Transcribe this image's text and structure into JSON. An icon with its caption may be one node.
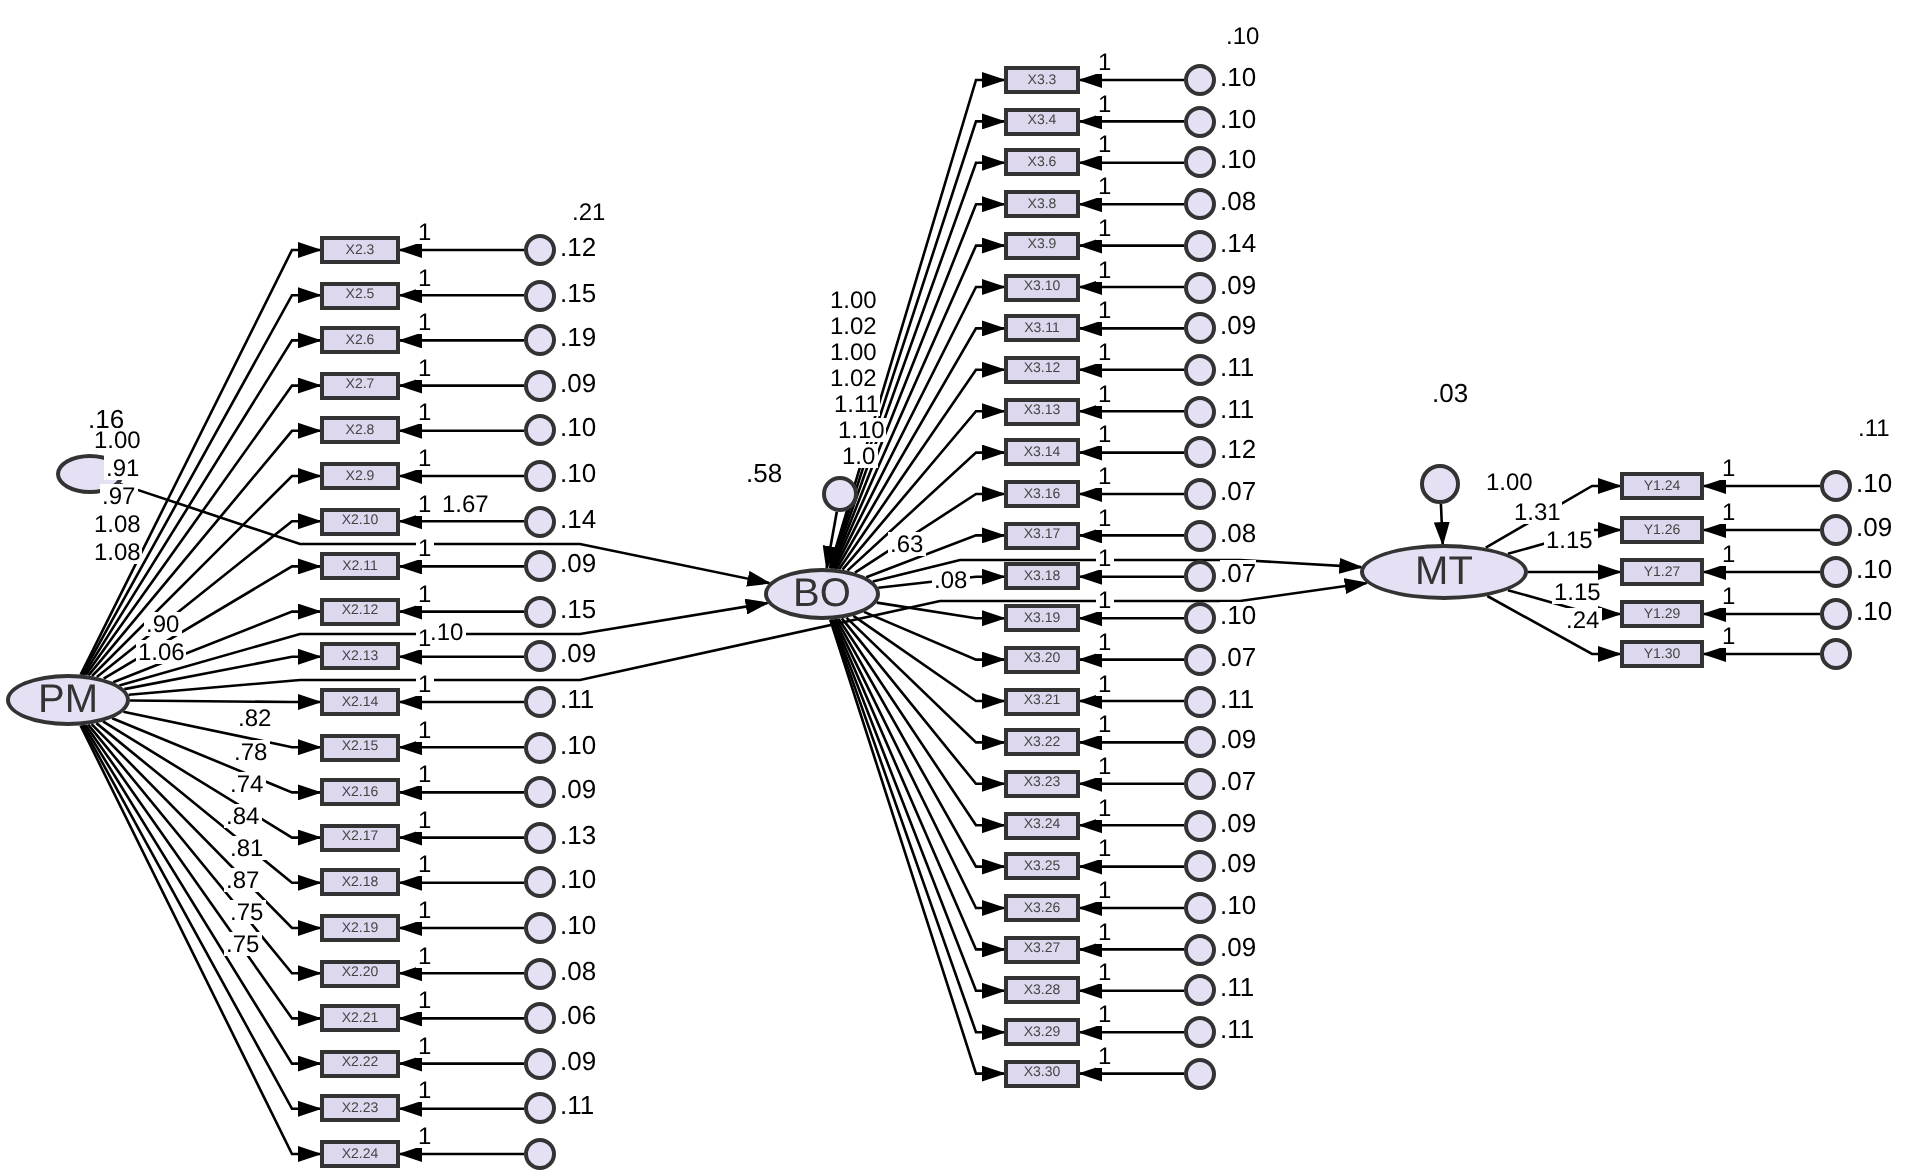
{
  "diagram": {
    "nodes": [
      {
        "text": [],
        "shape": "ellipse",
        "beside": [
          ".16"
        ]
      },
      {
        "text": [
          "PM"
        ]
      },
      {
        "text": [
          "X2.3"
        ]
      },
      {
        "text": [
          "X2.5"
        ]
      },
      {
        "text": [
          "X2.6"
        ]
      },
      {
        "text": [
          "X2.7"
        ]
      },
      {
        "text": [
          "X2.8"
        ]
      },
      {
        "text": [
          "X2.9"
        ]
      },
      {
        "text": [
          "X2.10"
        ]
      },
      {
        "text": [
          "X2.11"
        ]
      },
      {
        "text": [
          "X2.12"
        ]
      },
      {
        "text": [
          "X2.13"
        ]
      },
      {
        "text": [
          "X2.14"
        ]
      },
      {
        "text": [
          "X2.15"
        ]
      },
      {
        "text": [
          "X2.16"
        ]
      },
      {
        "text": [
          "X2.17"
        ]
      },
      {
        "text": [
          "X2.18"
        ]
      },
      {
        "text": [
          "X2.19"
        ]
      },
      {
        "text": [
          "X2.20"
        ]
      },
      {
        "text": [
          "X2.21"
        ]
      },
      {
        "text": [
          "X2.22"
        ]
      },
      {
        "text": [
          "X2.23"
        ]
      },
      {
        "text": [
          "X2.24"
        ]
      },
      {
        "text": [],
        "shape": "circle",
        "beside": [
          ".12"
        ]
      },
      {
        "text": [],
        "shape": "circle",
        "beside": [
          ".15"
        ]
      },
      {
        "text": [],
        "shape": "circle",
        "beside": [
          ".19"
        ]
      },
      {
        "text": [],
        "shape": "circle",
        "beside": [
          ".09"
        ]
      },
      {
        "text": [],
        "shape": "circle",
        "beside": [
          ".10"
        ]
      },
      {
        "text": [],
        "shape": "circle",
        "beside": [
          ".10"
        ]
      },
      {
        "text": [],
        "shape": "circle",
        "beside": [
          ".14"
        ]
      },
      {
        "text": [],
        "shape": "circle",
        "beside": [
          ".09"
        ]
      },
      {
        "text": [],
        "shape": "circle",
        "beside": [
          ".15"
        ]
      },
      {
        "text": [],
        "shape": "circle",
        "beside": [
          ".09"
        ]
      },
      {
        "text": [],
        "shape": "circle",
        "beside": [
          ".11"
        ]
      },
      {
        "text": [],
        "shape": "circle",
        "beside": [
          ".10"
        ]
      },
      {
        "text": [],
        "shape": "circle",
        "beside": [
          ".09"
        ]
      },
      {
        "text": [],
        "shape": "circle",
        "beside": [
          ".13"
        ]
      },
      {
        "text": [],
        "shape": "circle",
        "beside": [
          ".10"
        ]
      },
      {
        "text": [],
        "shape": "circle",
        "beside": [
          ".10"
        ]
      },
      {
        "text": [],
        "shape": "circle",
        "beside": [
          ".08"
        ]
      },
      {
        "text": [],
        "shape": "circle",
        "beside": [
          ".06"
        ]
      },
      {
        "text": [],
        "shape": "circle",
        "beside": [
          ".09"
        ]
      },
      {
        "text": [],
        "shape": "circle",
        "beside": [
          ".11"
        ]
      },
      {
        "text": [],
        "shape": "circle"
      },
      {
        "text": [],
        "shape": "circle",
        "beside": [
          ".58"
        ]
      },
      {
        "text": [
          "BO"
        ]
      },
      {
        "text": [
          "X3.3"
        ]
      },
      {
        "text": [
          "X3.4"
        ]
      },
      {
        "text": [
          "X3.6"
        ]
      },
      {
        "text": [
          "X3.8"
        ]
      },
      {
        "text": [
          "X3.9"
        ]
      },
      {
        "text": [
          "X3.10"
        ]
      },
      {
        "text": [
          "X3.11"
        ]
      },
      {
        "text": [
          "X3.12"
        ]
      },
      {
        "text": [
          "X3.13"
        ]
      },
      {
        "text": [
          "X3.14"
        ]
      },
      {
        "text": [
          "X3.16"
        ]
      },
      {
        "text": [
          "X3.17"
        ]
      },
      {
        "text": [
          "X3.18"
        ]
      },
      {
        "text": [
          "X3.19"
        ]
      },
      {
        "text": [
          "X3.20"
        ]
      },
      {
        "text": [
          "X3.21"
        ]
      },
      {
        "text": [
          "X3.22"
        ]
      },
      {
        "text": [
          "X3.23"
        ]
      },
      {
        "text": [
          "X3.24"
        ]
      },
      {
        "text": [
          "X3.25"
        ]
      },
      {
        "text": [
          "X3.26"
        ]
      },
      {
        "text": [
          "X3.27"
        ]
      },
      {
        "text": [
          "X3.28"
        ]
      },
      {
        "text": [
          "X3.29"
        ]
      },
      {
        "text": [
          "X3.30"
        ]
      },
      {
        "text": [],
        "shape": "circle",
        "beside": [
          ".10"
        ]
      },
      {
        "text": [],
        "shape": "circle",
        "beside": [
          ".10"
        ]
      },
      {
        "text": [],
        "shape": "circle",
        "beside": [
          ".10"
        ]
      },
      {
        "text": [],
        "shape": "circle",
        "beside": [
          ".08"
        ]
      },
      {
        "text": [],
        "shape": "circle",
        "beside": [
          ".14"
        ]
      },
      {
        "text": [],
        "shape": "circle",
        "beside": [
          ".09"
        ]
      },
      {
        "text": [],
        "shape": "circle",
        "beside": [
          ".09"
        ]
      },
      {
        "text": [],
        "shape": "circle",
        "beside": [
          ".11"
        ]
      },
      {
        "text": [],
        "shape": "circle",
        "beside": [
          ".11"
        ]
      },
      {
        "text": [],
        "shape": "circle",
        "beside": [
          ".12"
        ]
      },
      {
        "text": [],
        "shape": "circle",
        "beside": [
          ".07"
        ]
      },
      {
        "text": [],
        "shape": "circle",
        "beside": [
          ".08"
        ]
      },
      {
        "text": [],
        "shape": "circle",
        "beside": [
          ".07"
        ]
      },
      {
        "text": [],
        "shape": "circle",
        "beside": [
          ".10"
        ]
      },
      {
        "text": [],
        "shape": "circle",
        "beside": [
          ".07"
        ]
      },
      {
        "text": [],
        "shape": "circle",
        "beside": [
          ".11"
        ]
      },
      {
        "text": [],
        "shape": "circle",
        "beside": [
          ".09"
        ]
      },
      {
        "text": [],
        "shape": "circle",
        "beside": [
          ".07"
        ]
      },
      {
        "text": [],
        "shape": "circle",
        "beside": [
          ".09"
        ]
      },
      {
        "text": [],
        "shape": "circle",
        "beside": [
          ".09"
        ]
      },
      {
        "text": [],
        "shape": "circle",
        "beside": [
          ".10"
        ]
      },
      {
        "text": [],
        "shape": "circle",
        "beside": [
          ".09"
        ]
      },
      {
        "text": [],
        "shape": "circle",
        "beside": [
          ".11"
        ]
      },
      {
        "text": [],
        "shape": "circle",
        "beside": [
          ".11"
        ]
      },
      {
        "text": [],
        "shape": "circle"
      },
      {
        "text": [],
        "shape": "circle",
        "beside": [
          ".03"
        ]
      },
      {
        "text": [
          "MT"
        ]
      },
      {
        "text": [
          "Y1.24"
        ]
      },
      {
        "text": [
          "Y1.26"
        ]
      },
      {
        "text": [
          "Y1.27"
        ]
      },
      {
        "text": [
          "Y1.29"
        ]
      },
      {
        "text": [
          "Y1.30"
        ]
      },
      {
        "text": [],
        "shape": "circle",
        "beside": [
          ".10"
        ]
      },
      {
        "text": [],
        "shape": "circle",
        "beside": [
          ".09"
        ]
      },
      {
        "text": [],
        "shape": "circle",
        "beside": [
          ".10"
        ]
      },
      {
        "text": [],
        "shape": "circle",
        "beside": [
          ".10"
        ]
      },
      {
        "text": [],
        "shape": "circle"
      }
    ],
    "edges": [
      {
        "from": 1,
        "to": 2,
        "arrow": "to"
      },
      {
        "from": 1,
        "to": 3,
        "arrow": "to"
      },
      {
        "from": 1,
        "to": 4,
        "arrow": "to"
      },
      {
        "from": 1,
        "to": 5,
        "arrow": "to"
      },
      {
        "from": 1,
        "to": 6,
        "arrow": "to"
      },
      {
        "from": 1,
        "to": 7,
        "arrow": "to"
      },
      {
        "from": 1,
        "to": 8,
        "arrow": "to"
      },
      {
        "from": 1,
        "to": 9,
        "arrow": "to"
      },
      {
        "from": 1,
        "to": 10,
        "arrow": "to"
      },
      {
        "from": 1,
        "to": 11,
        "arrow": "to"
      },
      {
        "from": 1,
        "to": 12,
        "arrow": "to"
      },
      {
        "from": 1,
        "to": 13,
        "arrow": "to"
      },
      {
        "from": 1,
        "to": 14,
        "arrow": "to"
      },
      {
        "from": 1,
        "to": 15,
        "arrow": "to"
      },
      {
        "from": 1,
        "to": 16,
        "arrow": "to"
      },
      {
        "from": 1,
        "to": 17,
        "arrow": "to"
      },
      {
        "from": 1,
        "to": 18,
        "arrow": "to"
      },
      {
        "from": 1,
        "to": 19,
        "arrow": "to"
      },
      {
        "from": 1,
        "to": 20,
        "arrow": "to"
      },
      {
        "from": 1,
        "to": 21,
        "arrow": "to"
      },
      {
        "from": 1,
        "to": 22,
        "arrow": "to"
      },
      {
        "from": 23,
        "to": 2,
        "arrow": "to",
        "label": "1"
      },
      {
        "from": 24,
        "to": 3,
        "arrow": "to",
        "label": "1"
      },
      {
        "from": 25,
        "to": 4,
        "arrow": "to",
        "label": "1"
      },
      {
        "from": 26,
        "to": 5,
        "arrow": "to",
        "label": "1"
      },
      {
        "from": 27,
        "to": 6,
        "arrow": "to",
        "label": "1"
      },
      {
        "from": 28,
        "to": 7,
        "arrow": "to",
        "label": "1"
      },
      {
        "from": 29,
        "to": 8,
        "arrow": "to",
        "label": "1"
      },
      {
        "from": 30,
        "to": 9,
        "arrow": "to",
        "label": "1"
      },
      {
        "from": 31,
        "to": 10,
        "arrow": "to",
        "label": "1"
      },
      {
        "from": 32,
        "to": 11,
        "arrow": "to",
        "label": "1"
      },
      {
        "from": 33,
        "to": 12,
        "arrow": "to",
        "label": "1"
      },
      {
        "from": 34,
        "to": 13,
        "arrow": "to",
        "label": "1"
      },
      {
        "from": 35,
        "to": 14,
        "arrow": "to",
        "label": "1"
      },
      {
        "from": 36,
        "to": 15,
        "arrow": "to",
        "label": "1"
      },
      {
        "from": 37,
        "to": 16,
        "arrow": "to",
        "label": "1"
      },
      {
        "from": 38,
        "to": 17,
        "arrow": "to",
        "label": "1"
      },
      {
        "from": 39,
        "to": 18,
        "arrow": "to",
        "label": "1"
      },
      {
        "from": 40,
        "to": 19,
        "arrow": "to",
        "label": "1"
      },
      {
        "from": 41,
        "to": 20,
        "arrow": "to",
        "label": "1"
      },
      {
        "from": 42,
        "to": 21,
        "arrow": "to",
        "label": "1"
      },
      {
        "from": 43,
        "to": 22,
        "arrow": "to",
        "label": "1"
      },
      {
        "from": 45,
        "to": 46,
        "arrow": "to"
      },
      {
        "from": 45,
        "to": 47,
        "arrow": "to"
      },
      {
        "from": 45,
        "to": 48,
        "arrow": "to"
      },
      {
        "from": 45,
        "to": 49,
        "arrow": "to"
      },
      {
        "from": 45,
        "to": 50,
        "arrow": "to"
      },
      {
        "from": 45,
        "to": 51,
        "arrow": "to"
      },
      {
        "from": 45,
        "to": 52,
        "arrow": "to"
      },
      {
        "from": 45,
        "to": 53,
        "arrow": "to"
      },
      {
        "from": 45,
        "to": 54,
        "arrow": "to"
      },
      {
        "from": 45,
        "to": 55,
        "arrow": "to"
      },
      {
        "from": 45,
        "to": 56,
        "arrow": "to"
      },
      {
        "from": 45,
        "to": 57,
        "arrow": "to"
      },
      {
        "from": 45,
        "to": 58,
        "arrow": "to"
      },
      {
        "from": 45,
        "to": 59,
        "arrow": "to"
      },
      {
        "from": 45,
        "to": 60,
        "arrow": "to"
      },
      {
        "from": 45,
        "to": 61,
        "arrow": "to"
      },
      {
        "from": 45,
        "to": 62,
        "arrow": "to"
      },
      {
        "from": 45,
        "to": 63,
        "arrow": "to"
      },
      {
        "from": 45,
        "to": 64,
        "arrow": "to"
      },
      {
        "from": 45,
        "to": 65,
        "arrow": "to"
      },
      {
        "from": 45,
        "to": 66,
        "arrow": "to"
      },
      {
        "from": 45,
        "to": 67,
        "arrow": "to"
      },
      {
        "from": 45,
        "to": 68,
        "arrow": "to"
      },
      {
        "from": 45,
        "to": 69,
        "arrow": "to"
      },
      {
        "from": 45,
        "to": 70,
        "arrow": "to"
      },
      {
        "from": 71,
        "to": 46,
        "arrow": "to",
        "label": "1"
      },
      {
        "from": 72,
        "to": 47,
        "arrow": "to",
        "label": "1"
      },
      {
        "from": 73,
        "to": 48,
        "arrow": "to",
        "label": "1"
      },
      {
        "from": 74,
        "to": 49,
        "arrow": "to",
        "label": "1"
      },
      {
        "from": 75,
        "to": 50,
        "arrow": "to",
        "label": "1"
      },
      {
        "from": 76,
        "to": 51,
        "arrow": "to",
        "label": "1"
      },
      {
        "from": 77,
        "to": 52,
        "arrow": "to",
        "label": "1"
      },
      {
        "from": 78,
        "to": 53,
        "arrow": "to",
        "label": "1"
      },
      {
        "from": 79,
        "to": 54,
        "arrow": "to",
        "label": "1"
      },
      {
        "from": 80,
        "to": 55,
        "arrow": "to",
        "label": "1"
      },
      {
        "from": 81,
        "to": 56,
        "arrow": "to",
        "label": "1"
      },
      {
        "from": 82,
        "to": 57,
        "arrow": "to",
        "label": "1"
      },
      {
        "from": 83,
        "to": 58,
        "arrow": "to",
        "label": "1"
      },
      {
        "from": 84,
        "to": 59,
        "arrow": "to",
        "label": "1"
      },
      {
        "from": 85,
        "to": 60,
        "arrow": "to",
        "label": "1"
      },
      {
        "from": 86,
        "to": 61,
        "arrow": "to",
        "label": "1"
      },
      {
        "from": 87,
        "to": 62,
        "arrow": "to",
        "label": "1"
      },
      {
        "from": 88,
        "to": 63,
        "arrow": "to",
        "label": "1"
      },
      {
        "from": 89,
        "to": 64,
        "arrow": "to",
        "label": "1"
      },
      {
        "from": 90,
        "to": 65,
        "arrow": "to",
        "label": "1"
      },
      {
        "from": 91,
        "to": 66,
        "arrow": "to",
        "label": "1"
      },
      {
        "from": 92,
        "to": 67,
        "arrow": "to",
        "label": "1"
      },
      {
        "from": 93,
        "to": 68,
        "arrow": "to",
        "label": "1"
      },
      {
        "from": 94,
        "to": 69,
        "arrow": "to",
        "label": "1"
      },
      {
        "from": 95,
        "to": 70,
        "arrow": "to",
        "label": "1"
      },
      {
        "from": 97,
        "to": 98,
        "arrow": "to"
      },
      {
        "from": 97,
        "to": 99,
        "arrow": "to"
      },
      {
        "from": 97,
        "to": 100,
        "arrow": "to"
      },
      {
        "from": 97,
        "to": 101,
        "arrow": "to"
      },
      {
        "from": 97,
        "to": 102,
        "arrow": "to"
      },
      {
        "from": 103,
        "to": 98,
        "arrow": "to",
        "label": "1"
      },
      {
        "from": 104,
        "to": 99,
        "arrow": "to",
        "label": "1"
      },
      {
        "from": 105,
        "to": 100,
        "arrow": "to",
        "label": "1"
      },
      {
        "from": 106,
        "to": 101,
        "arrow": "to",
        "label": "1"
      },
      {
        "from": 107,
        "to": 102,
        "arrow": "to",
        "label": "1"
      },
      {
        "from": 44,
        "to": 45,
        "arrow": "to"
      },
      {
        "from": 96,
        "to": 97,
        "arrow": "to"
      },
      {
        "from": 0,
        "to": 45,
        "arrow": "to"
      },
      {
        "from": 1,
        "to": 45,
        "arrow": "to"
      },
      {
        "from": 1,
        "to": 97,
        "arrow": "to"
      },
      {
        "from": 45,
        "to": 97,
        "arrow": "to"
      }
    ],
    "labels": [
      ".21",
      ".10",
      ".11",
      "1.00",
      ".91",
      ".97",
      "1.08",
      "1.08",
      ".90",
      "1.06",
      "1.67",
      ".10",
      ".82",
      ".78",
      ".74",
      ".84",
      ".81",
      ".87",
      ".75",
      ".75",
      "1.00",
      "1.02",
      "1.00",
      "1.02",
      "1.11",
      "1.10",
      "1.0",
      ".63",
      ".08",
      "1.00",
      "1.31",
      "1.15",
      "1.15",
      ".24"
    ]
  }
}
